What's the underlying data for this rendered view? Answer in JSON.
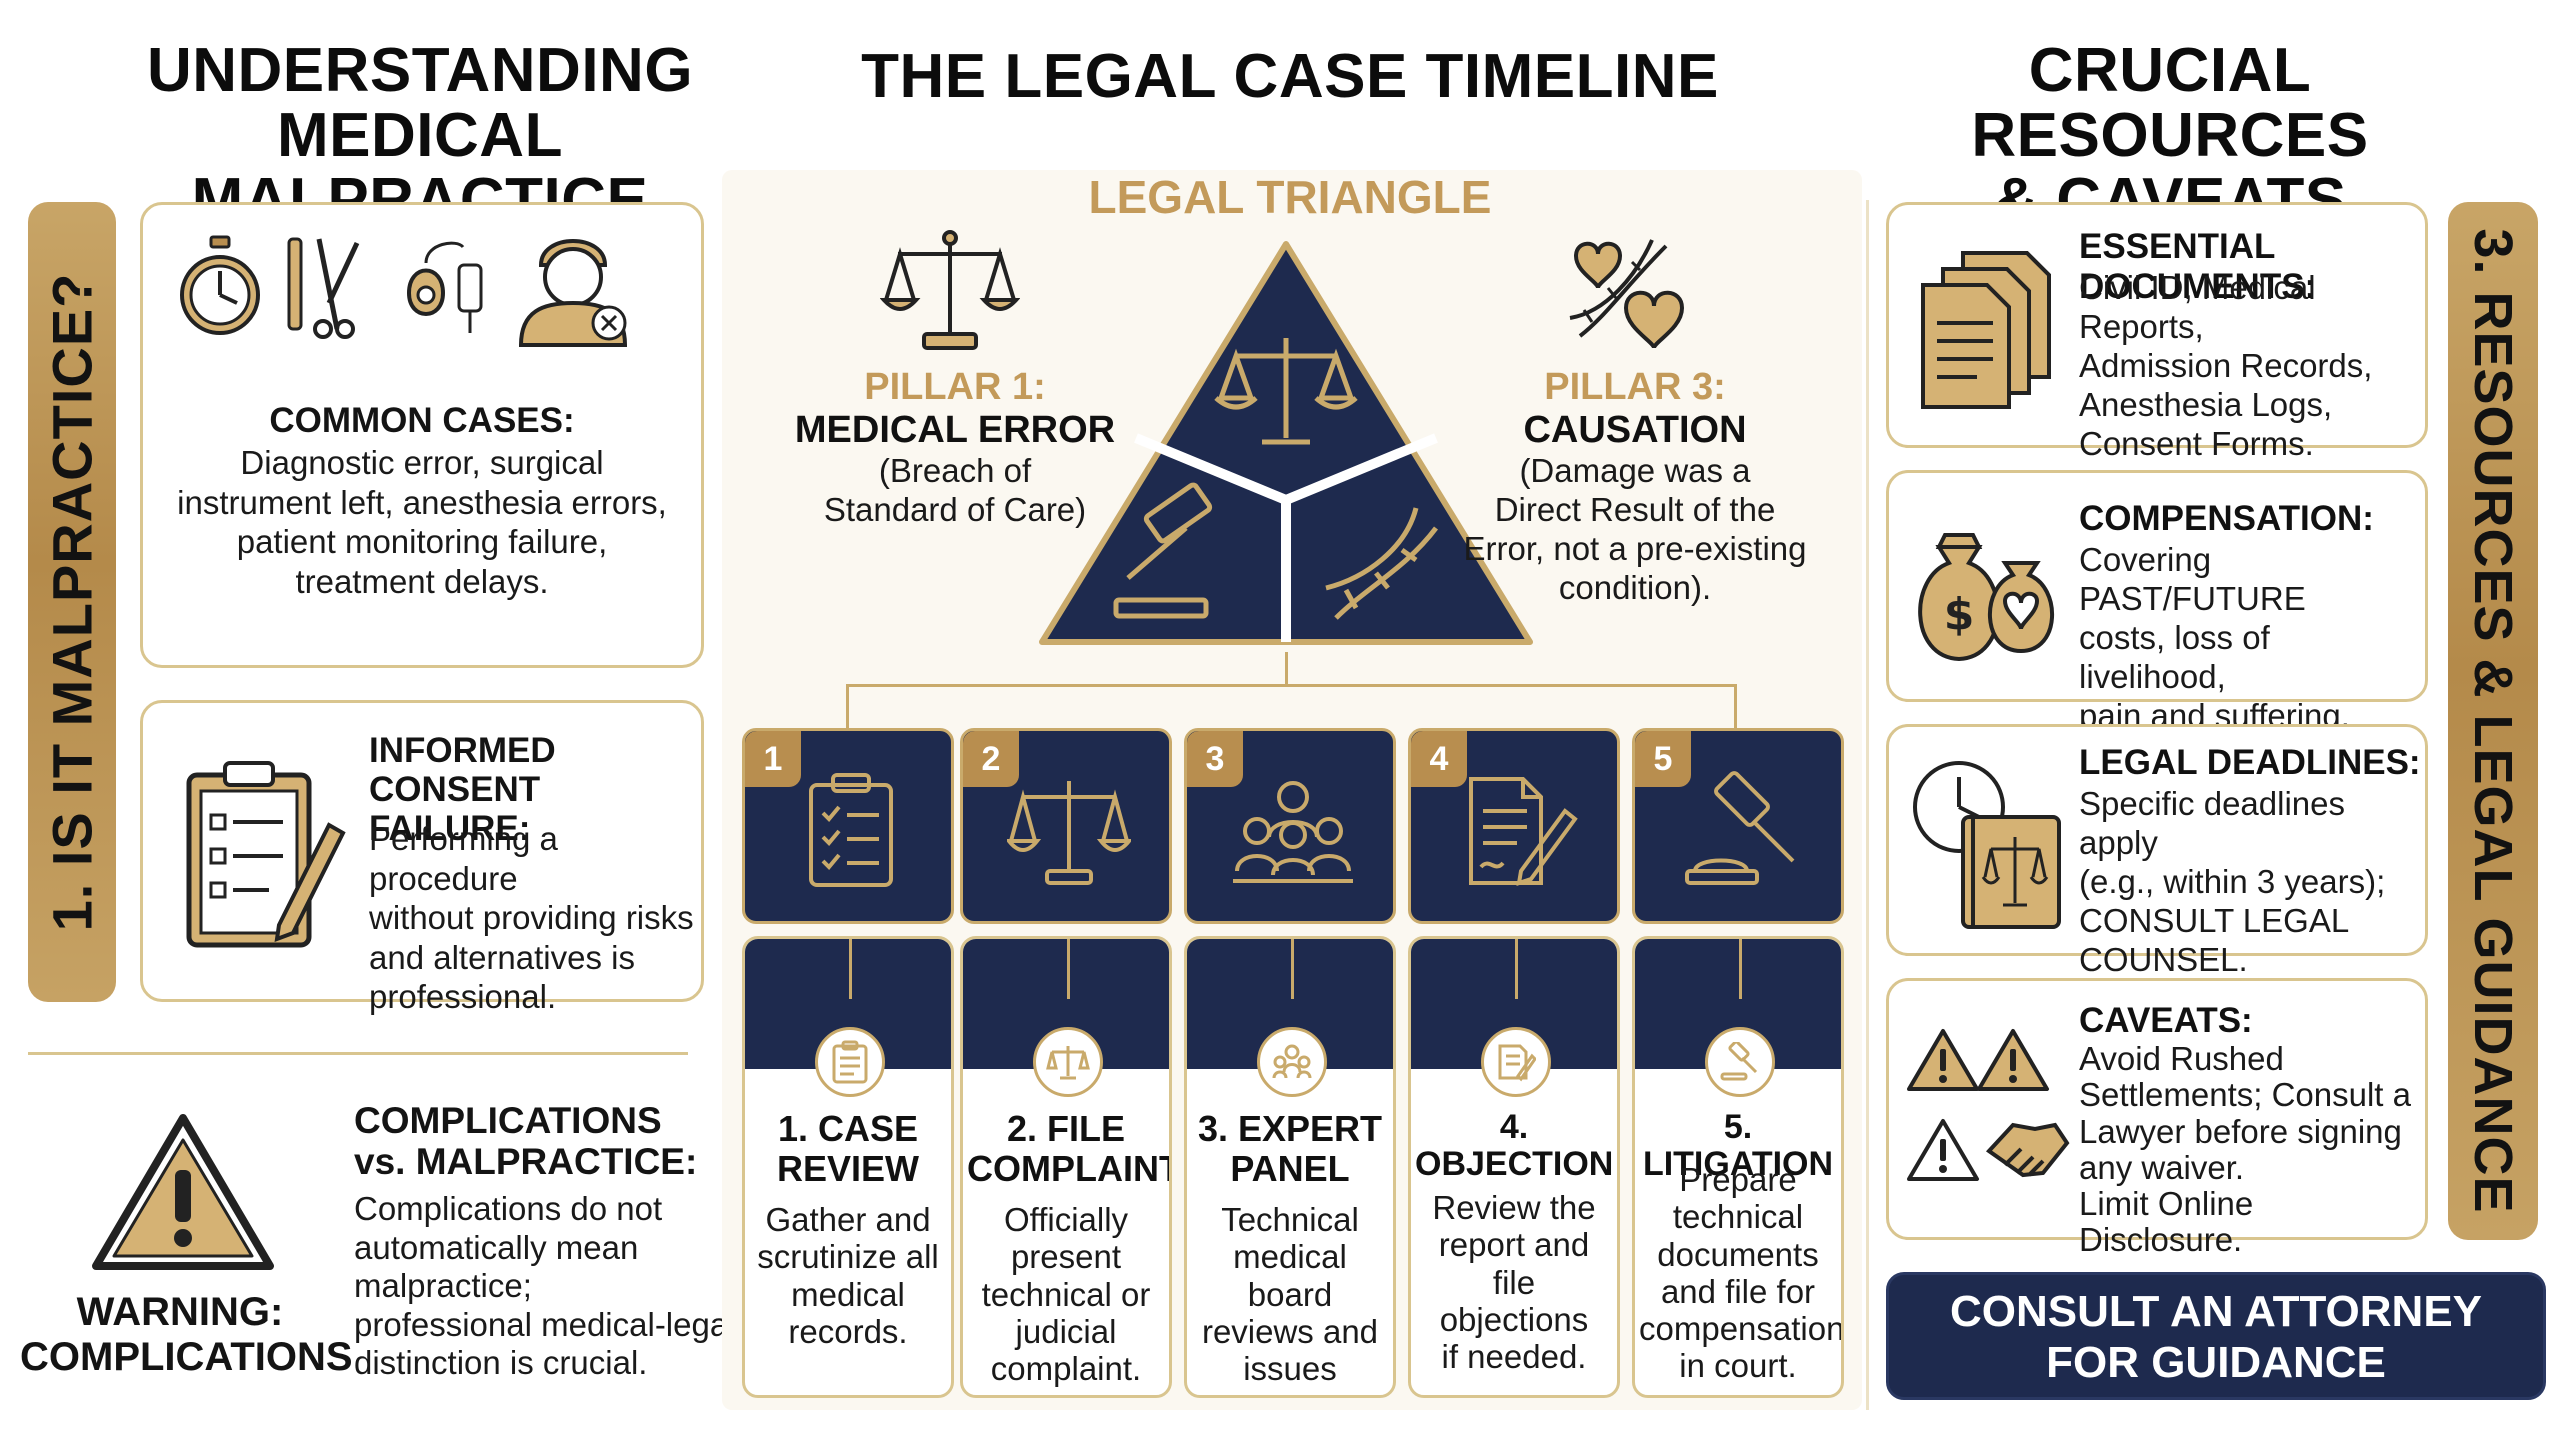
{
  "headers": {
    "left": [
      "UNDERSTANDING",
      "MEDICAL MALPRACTICE"
    ],
    "center": "THE LEGAL CASE TIMELINE",
    "right": [
      "CRUCIAL RESOURCES",
      "& CAVEATS"
    ]
  },
  "left_band": "1. IS IT MALPRACTICE?",
  "right_band": "3. RESOURCES & LEGAL GUIDANCE",
  "left": {
    "common": {
      "title": "COMMON CASES:",
      "lines": [
        "Diagnostic error, surgical",
        "instrument left, anesthesia errors,",
        "patient monitoring failure,",
        "treatment delays."
      ],
      "icons": [
        "stopwatch-icon",
        "surgical-tools-icon",
        "iv-bag-icon",
        "doctor-x-icon"
      ]
    },
    "consent": {
      "title": [
        "INFORMED CONSENT",
        "FAILURE:"
      ],
      "lines": [
        "Performing a procedure",
        "without providing risks",
        "and alternatives is",
        "professional."
      ]
    },
    "complications": {
      "title": [
        "COMPLICATIONS",
        "vs. MALPRACTICE:"
      ],
      "lines": [
        "Complications do not",
        "automatically mean",
        "malpractice;",
        "professional medical-legal",
        "distinction is crucial."
      ],
      "warning": [
        "WARNING:",
        "COMPLICATIONS"
      ]
    }
  },
  "triangle": {
    "label": "LEGAL TRIANGLE",
    "pillar1": {
      "num": "PILLAR 1:",
      "name": "MEDICAL ERROR",
      "desc": [
        "(Breach of",
        "Standard of Care)"
      ]
    },
    "pillar3": {
      "num": "PILLAR 3:",
      "name": "CAUSATION",
      "desc": [
        "(Damage was a",
        "Direct Result of the",
        "Error, not a pre-existing",
        "condition)."
      ]
    }
  },
  "steps": [
    {
      "num": "1",
      "title": [
        "1. CASE",
        "REVIEW"
      ],
      "desc": [
        "Gather and",
        "scrutinize all",
        "medical",
        "records."
      ],
      "icon": "clipboard-icon"
    },
    {
      "num": "2",
      "title": [
        "2. FILE",
        "COMPLAINT"
      ],
      "desc": [
        "Officially",
        "present",
        "technical or",
        "judicial",
        "complaint."
      ],
      "icon": "scales-icon"
    },
    {
      "num": "3",
      "title": [
        "3. EXPERT",
        "PANEL"
      ],
      "desc": [
        "Technical",
        "medical board",
        "reviews and",
        "issues report."
      ],
      "icon": "experts-icon"
    },
    {
      "num": "4",
      "title": [
        "4. OBJECTION"
      ],
      "desc": [
        "Review the",
        "report and file",
        "objections",
        "if needed."
      ],
      "icon": "document-pen-icon"
    },
    {
      "num": "5",
      "title": [
        "5. LITIGATION"
      ],
      "desc": [
        "Prepare",
        "technical",
        "documents",
        "and file for",
        "compensation",
        "in court."
      ],
      "icon": "gavel-icon"
    }
  ],
  "resources": [
    {
      "title": "ESSENTIAL DOCUMENTS:",
      "lines": [
        "Civil ID, Medical Reports,",
        "Admission Records,",
        "Anesthesia Logs,",
        "Consent Forms."
      ],
      "icon": "documents-icon"
    },
    {
      "title": "COMPENSATION:",
      "lines": [
        "Covering PAST/FUTURE",
        "costs, loss of livelihood,",
        "pain and suffering."
      ],
      "icon": "money-bags-icon"
    },
    {
      "title": "LEGAL DEADLINES:",
      "lines": [
        "Specific deadlines apply",
        "(e.g., within 3 years);",
        "CONSULT LEGAL",
        "COUNSEL."
      ],
      "icon": "clock-law-book-icon"
    },
    {
      "title": "CAVEATS:",
      "lines": [
        "Avoid Rushed",
        "Settlements; Consult a",
        "Lawyer before signing",
        "any waiver.",
        "Limit Online Disclosure."
      ],
      "icon": "warning-handshake-icon"
    }
  ],
  "cta": [
    "CONSULT AN ATTORNEY",
    "FOR GUIDANCE"
  ],
  "colors": {
    "navy": "#1e2a4e",
    "gold": "#c39a5a",
    "card_border": "#d9c58f"
  }
}
